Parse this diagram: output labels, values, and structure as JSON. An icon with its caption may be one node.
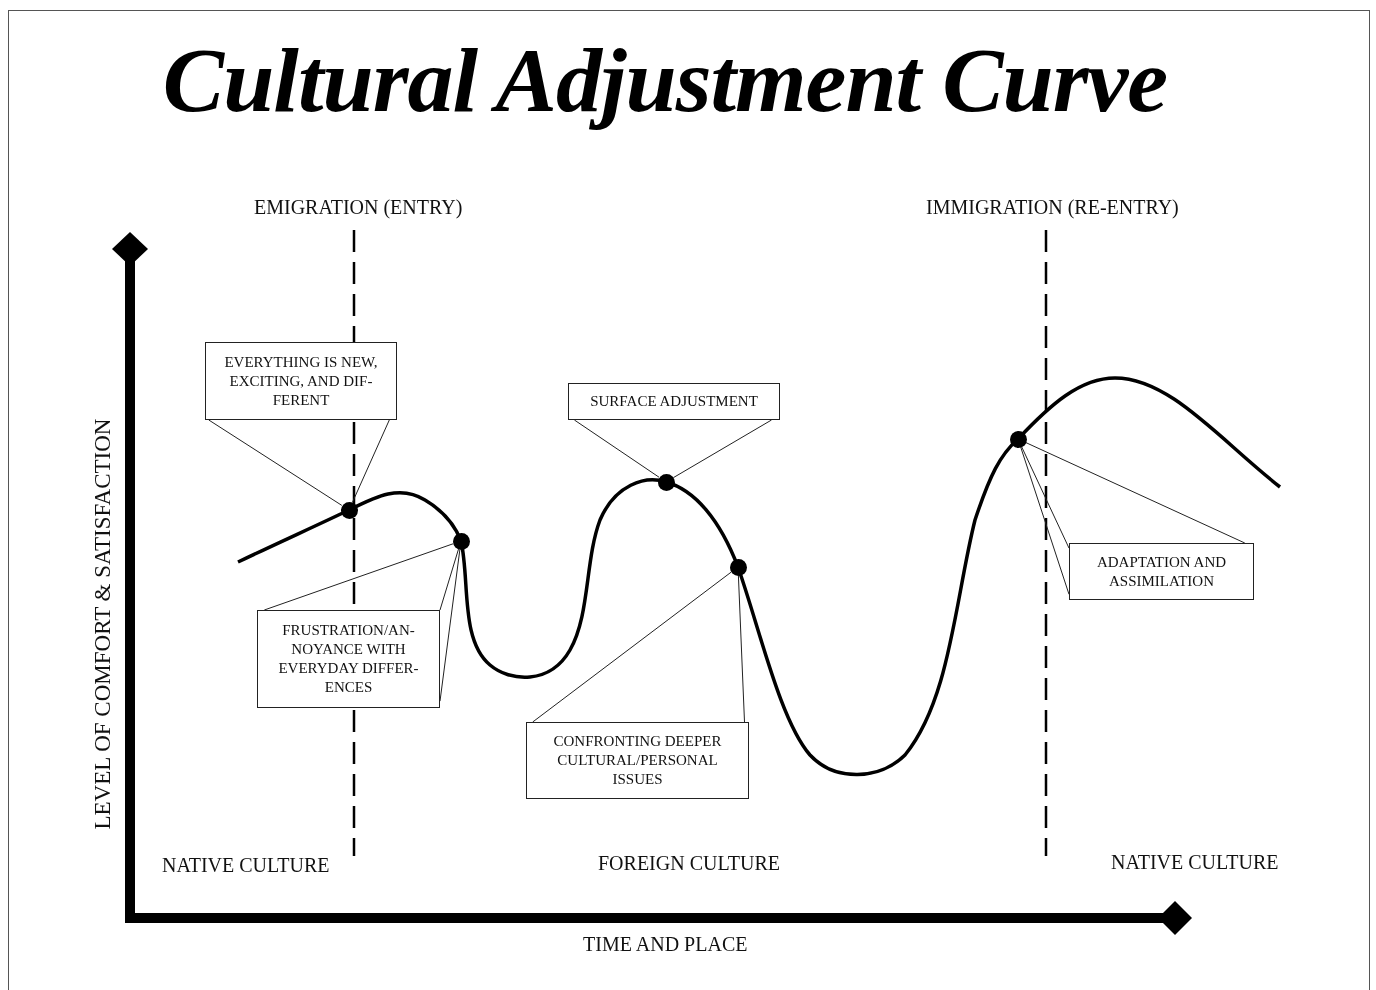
{
  "diagram": {
    "title": "Cultural Adjustment Curve",
    "nodes": [
      {
        "text": [
          "EVERYTHING IS NEW, EXCITING, AND DIF- FERENT"
        ]
      },
      {
        "text": [
          "FRUSTRATION/AN- NOYANCE WITH EVERYDAY DIFFER- ENCES"
        ]
      },
      {
        "text": [
          "SURFACE ADJUSTMENT"
        ]
      },
      {
        "text": [
          "CONFRONTING DEEPER CULTURAL/PERSONAL ISSUES"
        ]
      },
      {
        "text": [
          "ADAPTATION AND ASSIMILATION"
        ]
      },
      {
        "text": [],
        "shape": "circle"
      },
      {
        "text": [],
        "shape": "circle"
      },
      {
        "text": [],
        "shape": "circle"
      },
      {
        "text": [],
        "shape": "circle"
      },
      {
        "text": [],
        "shape": "circle"
      }
    ],
    "edges": [
      {
        "from": 0,
        "to": 5,
        "arrow": "none"
      },
      {
        "from": 0,
        "to": 5,
        "arrow": "none"
      },
      {
        "from": 1,
        "to": 6,
        "arrow": "none"
      },
      {
        "from": 1,
        "to": 6,
        "arrow": "none"
      },
      {
        "from": 1,
        "to": 6,
        "arrow": "none"
      },
      {
        "from": 2,
        "to": 7,
        "arrow": "none"
      },
      {
        "from": 2,
        "to": 7,
        "arrow": "none"
      },
      {
        "from": 3,
        "to": 8,
        "arrow": "none"
      },
      {
        "from": 3,
        "to": 8,
        "arrow": "none"
      },
      {
        "from": 4,
        "to": 9,
        "arrow": "none"
      },
      {
        "from": 4,
        "to": 9,
        "arrow": "none"
      },
      {
        "from": 4,
        "to": 9,
        "arrow": "none"
      }
    ],
    "labels": [
      "EMIGRATION (ENTRY)",
      "IMMIGRATION (RE-ENTRY)",
      "LEVEL OF COMFORT & SATISFACTION",
      "NATIVE CULTURE",
      "FOREIGN CULTURE",
      "NATIVE CULTURE",
      "TIME AND PLACE"
    ]
  }
}
